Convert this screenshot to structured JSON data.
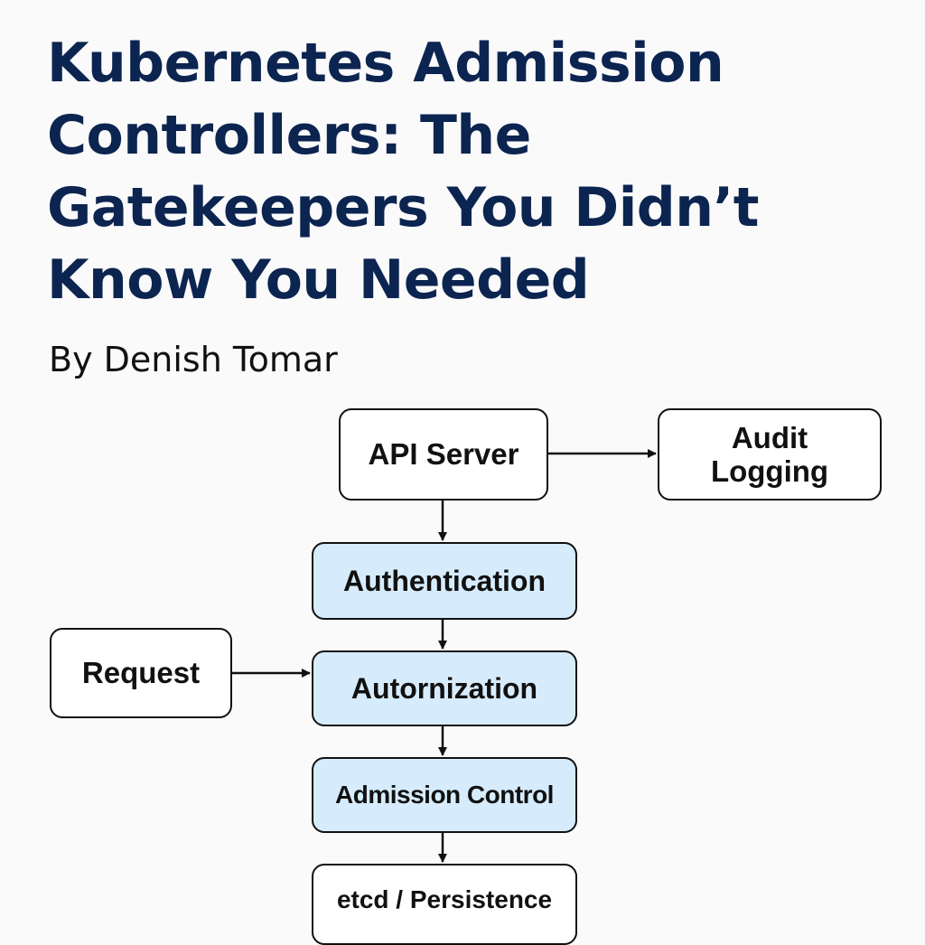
{
  "title": "Kubernetes Admission Controllers: The Gatekeepers You Didn’t Know You Needed",
  "byline": "By Denish Tomar",
  "nodes": {
    "api_server": "API Server",
    "audit_logging": "Audit Logging",
    "authentication": "Authentication",
    "request": "Request",
    "authorization": "Autornization",
    "admission_control": "Admission Control",
    "etcd": "etcd / Persistence"
  },
  "colors": {
    "title": "#0c2450",
    "highlight_fill": "#d6ecfc",
    "border": "#111111",
    "background": "#fafafa"
  }
}
